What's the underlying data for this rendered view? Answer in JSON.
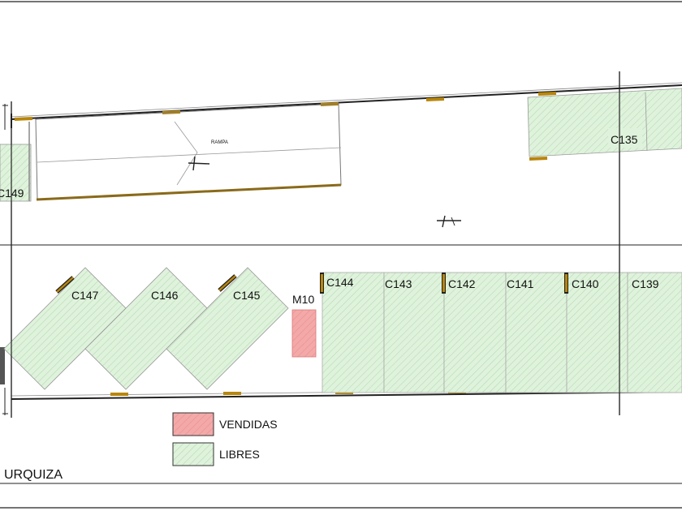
{
  "colors": {
    "free_fill": "#dff3dc",
    "free_hatch": "#b9d9b4",
    "sold_fill": "#f4a9a9",
    "sold_hatch": "#e88f8f",
    "line": "#222222",
    "gold": "#b8860b"
  },
  "ramp_label": "RAMPA",
  "street_label": "URQUIZA",
  "legend": {
    "sold": "VENDIDAS",
    "free": "LIBRES"
  },
  "lots": {
    "c149": "C149",
    "c135": "C135",
    "c147": "C147",
    "c146": "C146",
    "c145": "C145",
    "m10": "M10",
    "c144": "C144",
    "c143": "C143",
    "c142": "C142",
    "c141": "C141",
    "c140": "C140",
    "c139": "C139"
  }
}
